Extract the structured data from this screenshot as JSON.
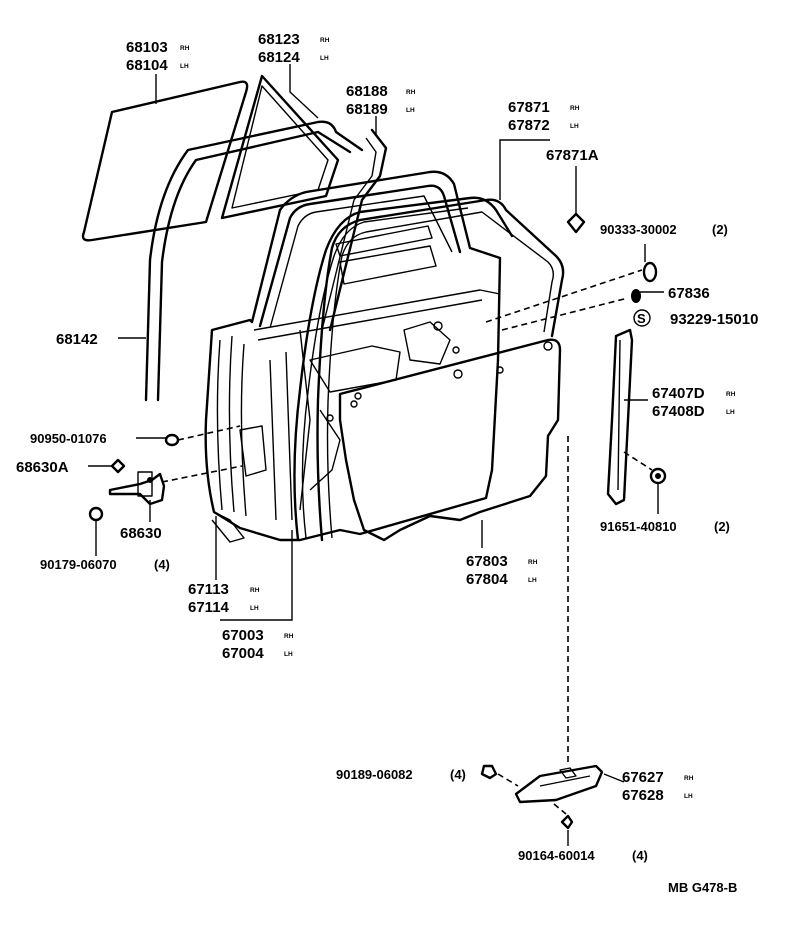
{
  "parts": {
    "glass_rh": "68103",
    "glass_lh": "68104",
    "quarter_glass_rh": "68123",
    "quarter_glass_lh": "68124",
    "weatherstrip_rh": "68188",
    "weatherstrip_lh": "68189",
    "channel": "68142",
    "frame_weatherstrip_rh": "67871",
    "frame_weatherstrip_lh": "67872",
    "weatherstrip_a": "67871A",
    "clip_90333": "90333-30002",
    "clip_90333_qty": "(2)",
    "plug": "67836",
    "screw_93229": "93229-15010",
    "trim_rh": "67407D",
    "trim_lh": "67408D",
    "screw_91651": "91651-40810",
    "screw_91651_qty": "(2)",
    "cushion": "90950-01076",
    "check_a": "68630A",
    "check": "68630",
    "bolt_90179": "90179-06070",
    "bolt_90179_qty": "(4)",
    "seal_rh": "67113",
    "seal_lh": "67114",
    "door_rh": "67003",
    "door_lh": "67004",
    "cover_rh": "67803",
    "cover_lh": "67804",
    "nut_90189": "90189-06082",
    "nut_90189_qty": "(4)",
    "handle_rh": "67627",
    "handle_lh": "67628",
    "screw_90164": "90164-60014",
    "screw_90164_qty": "(4)"
  },
  "side": {
    "rh": "RH",
    "lh": "LH"
  },
  "marker_s": "S",
  "diagram_code": "MB G478-B"
}
